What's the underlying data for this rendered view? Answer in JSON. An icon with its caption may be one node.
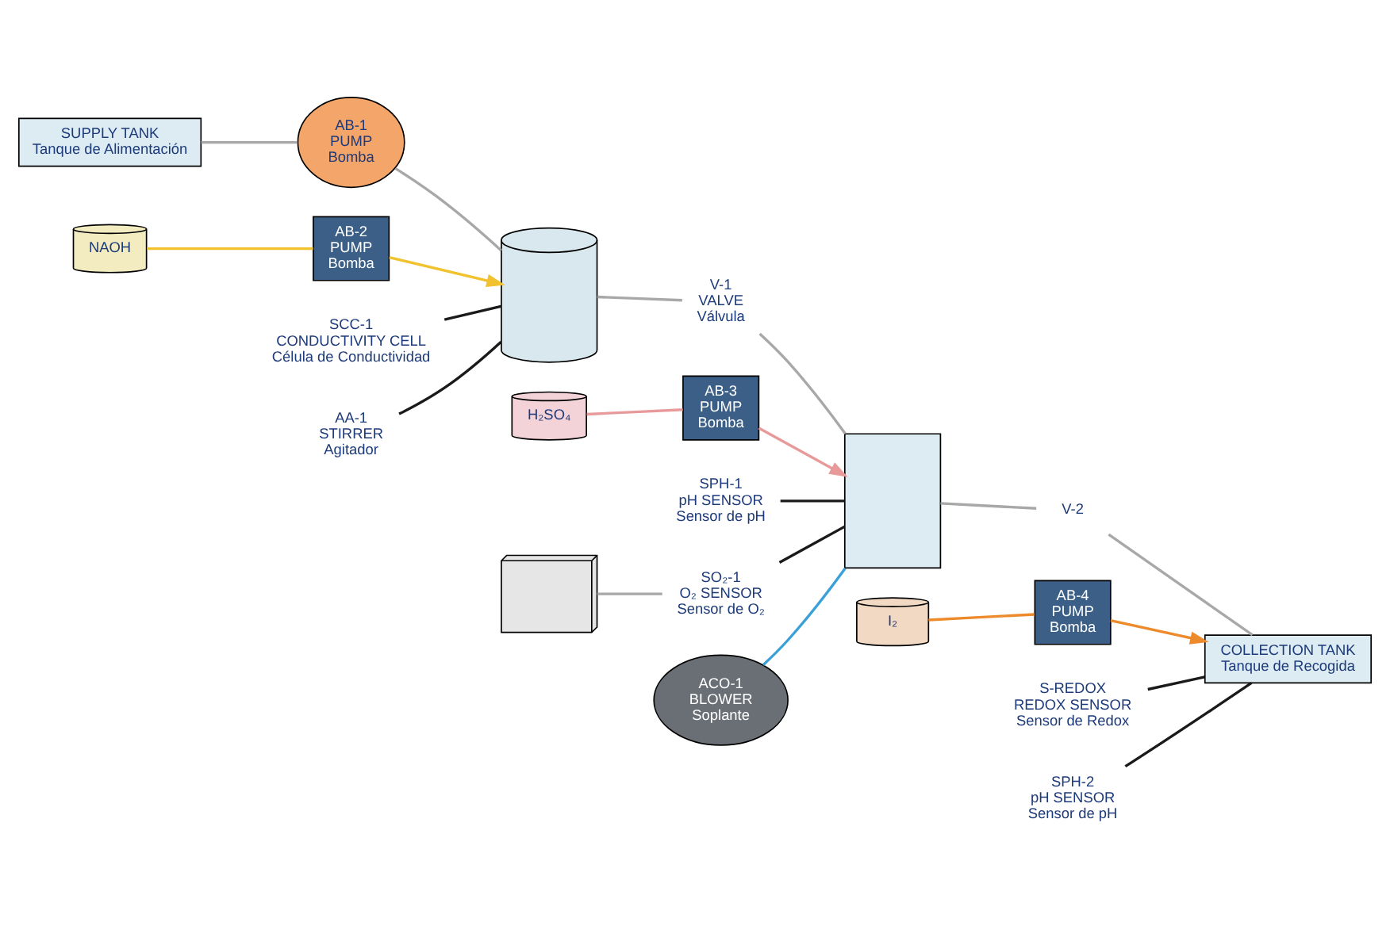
{
  "diagram": {
    "nodes": [
      {
        "text": [
          "SUPPLY TANK",
          "Tanque de Alimentación"
        ]
      },
      {
        "text": [
          "AB-1",
          "PUMP",
          "Bomba"
        ]
      },
      {
        "text": [
          "NAOH"
        ]
      },
      {
        "text": [
          "H₂SO₄"
        ]
      },
      {
        "text": [
          "I₂"
        ]
      },
      {
        "text": [
          "AB-2",
          "PUMP",
          "Bomba"
        ]
      },
      {
        "text": [
          "AB-3",
          "PUMP",
          "Bomba"
        ]
      },
      {
        "text": [
          "AB-4",
          "PUMP",
          "Bomba"
        ]
      },
      {
        "text": [],
        "shape": "cylinder"
      },
      {
        "text": [
          "SCC-1",
          "CONDUCTIVITY CELL",
          "Célula de Conductividad"
        ]
      },
      {
        "text": [
          "AA-1",
          "STIRRER",
          "Agitador"
        ]
      },
      {
        "text": [
          "V-1",
          "VALVE",
          "Válvula"
        ]
      },
      {
        "text": [],
        "shape": "box"
      },
      {
        "text": [
          "SPH-1",
          "pH SENSOR",
          "Sensor de pH"
        ]
      },
      {
        "text": [
          "SO₂-1",
          "O₂ SENSOR",
          "Sensor de O₂"
        ]
      },
      {
        "text": [],
        "shape": "picture"
      },
      {
        "text": [
          "ACO-1",
          "BLOWER",
          "Soplante"
        ]
      },
      {
        "text": [
          "V-2"
        ]
      },
      {
        "text": [
          "COLLECTION TANK",
          "Tanque de Recogida"
        ]
      },
      {
        "text": [
          "S-REDOX",
          "REDOX SENSOR",
          "Sensor de Redox"
        ]
      },
      {
        "text": [
          "SPH-2",
          "pH SENSOR",
          "Sensor de pH"
        ]
      }
    ],
    "edges": [
      {
        "from": 0,
        "to": 1,
        "arrow": "none"
      },
      {
        "from": 1,
        "to": 8,
        "arrow": "none"
      },
      {
        "from": 2,
        "to": 5,
        "arrow": "none",
        "color": "#f2c12e"
      },
      {
        "from": 5,
        "to": 8,
        "arrow": "to",
        "color": "#f2c12e"
      },
      {
        "from": 3,
        "to": 6,
        "arrow": "none",
        "color": "#e89a9a"
      },
      {
        "from": 6,
        "to": 12,
        "arrow": "to",
        "color": "#e89a9a"
      },
      {
        "from": 4,
        "to": 7,
        "arrow": "none",
        "color": "#ec8a2c"
      },
      {
        "from": 7,
        "to": 18,
        "arrow": "to",
        "color": "#ec8a2c"
      },
      {
        "from": 8,
        "to": 11,
        "arrow": "none"
      },
      {
        "from": 11,
        "to": 12,
        "arrow": "none"
      },
      {
        "from": 12,
        "to": 17,
        "arrow": "none"
      },
      {
        "from": 17,
        "to": 18,
        "arrow": "none"
      },
      {
        "from": 16,
        "to": 12,
        "arrow": "none",
        "color": "#3aa0d8"
      },
      {
        "from": 15,
        "to": 14,
        "arrow": "none"
      },
      {
        "from": 9,
        "to": 8,
        "arrow": "none",
        "color": "#1a1a1a"
      },
      {
        "from": 10,
        "to": 8,
        "arrow": "none",
        "color": "#1a1a1a"
      },
      {
        "from": 13,
        "to": 12,
        "arrow": "none",
        "color": "#1a1a1a"
      },
      {
        "from": 14,
        "to": 12,
        "arrow": "none",
        "color": "#1a1a1a"
      },
      {
        "from": 19,
        "to": 18,
        "arrow": "none",
        "color": "#1a1a1a"
      },
      {
        "from": 20,
        "to": 18,
        "arrow": "none",
        "color": "#1a1a1a"
      }
    ]
  }
}
